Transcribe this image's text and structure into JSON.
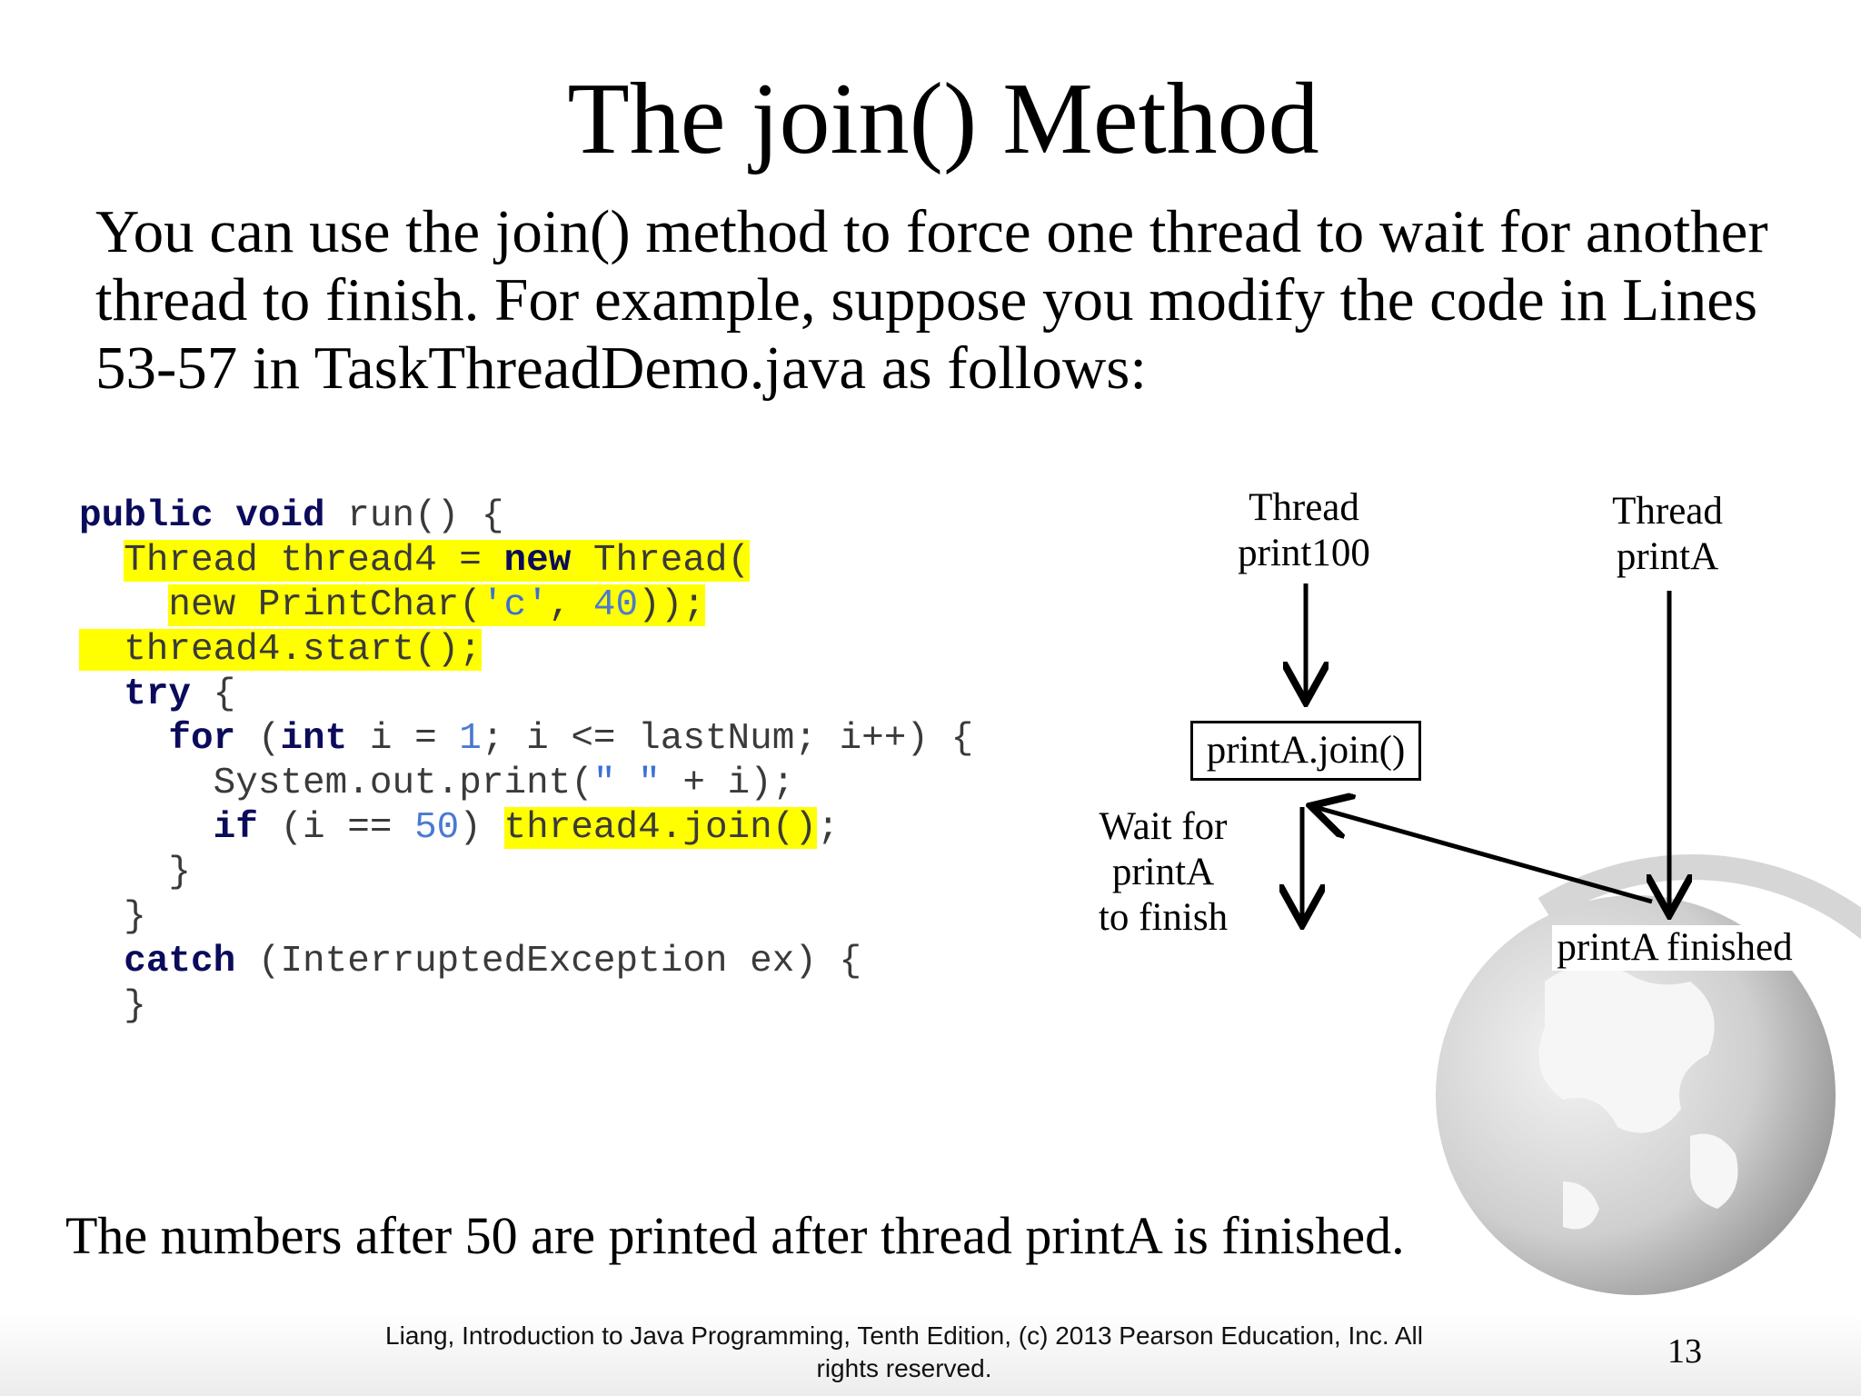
{
  "slide": {
    "title": "The join() Method",
    "intro": "You can use the join() method to force one thread to wait for another thread to finish. For example, suppose you modify the code in Lines 53-57 in TaskThreadDemo.java as follows:",
    "conclusion": "The numbers after 50 are printed after thread printA is finished."
  },
  "code": {
    "lines": [
      [
        {
          "t": "public void",
          "c": "kw"
        },
        {
          "t": " run() {",
          "c": "tx"
        }
      ],
      [
        {
          "t": "  ",
          "c": "tx"
        },
        {
          "t": "Thread thread4 = ",
          "c": "tx",
          "hl": true
        },
        {
          "t": "new",
          "c": "kw",
          "hl": true
        },
        {
          "t": " Thread(",
          "c": "tx",
          "hl": true
        }
      ],
      [
        {
          "t": "    ",
          "c": "tx"
        },
        {
          "t": "new PrintChar(",
          "c": "tx",
          "hl": true
        },
        {
          "t": "'c'",
          "c": "str",
          "hl": true
        },
        {
          "t": ", ",
          "c": "tx",
          "hl": true
        },
        {
          "t": "40",
          "c": "num",
          "hl": true
        },
        {
          "t": "));",
          "c": "tx",
          "hl": true
        }
      ],
      [
        {
          "t": "  thread4.start();",
          "c": "tx",
          "hl": true
        }
      ],
      [
        {
          "t": "  ",
          "c": "tx"
        },
        {
          "t": "try",
          "c": "kw"
        },
        {
          "t": " {",
          "c": "tx"
        }
      ],
      [
        {
          "t": "    ",
          "c": "tx"
        },
        {
          "t": "for",
          "c": "kw"
        },
        {
          "t": " (",
          "c": "tx"
        },
        {
          "t": "int",
          "c": "kw"
        },
        {
          "t": " i = ",
          "c": "tx"
        },
        {
          "t": "1",
          "c": "num"
        },
        {
          "t": "; i <= lastNum; i++) {",
          "c": "tx"
        }
      ],
      [
        {
          "t": "      System.out.print(",
          "c": "tx"
        },
        {
          "t": "\" \"",
          "c": "str"
        },
        {
          "t": " + i);",
          "c": "tx"
        }
      ],
      [
        {
          "t": "      ",
          "c": "tx"
        },
        {
          "t": "if",
          "c": "kw"
        },
        {
          "t": " (i == ",
          "c": "tx"
        },
        {
          "t": "50",
          "c": "num"
        },
        {
          "t": ") ",
          "c": "tx"
        },
        {
          "t": "thread4.join()",
          "c": "tx",
          "hl": true
        },
        {
          "t": ";",
          "c": "tx"
        }
      ],
      [
        {
          "t": "    }",
          "c": "tx"
        }
      ],
      [
        {
          "t": "  }",
          "c": "tx"
        }
      ],
      [
        {
          "t": "  ",
          "c": "tx"
        },
        {
          "t": "catch",
          "c": "kw"
        },
        {
          "t": " (InterruptedException ex) {",
          "c": "tx"
        }
      ],
      [
        {
          "t": "  }",
          "c": "tx"
        }
      ]
    ]
  },
  "diagram": {
    "thread_print100_label": "Thread\nprint100",
    "thread_printA_label": "Thread\nprintA",
    "join_call": "printA.join()",
    "wait_label": "Wait for printA\nto finish",
    "finished_label": "printA finished"
  },
  "footer": {
    "citation": "Liang, Introduction to Java Programming, Tenth Edition, (c) 2013 Pearson Education, Inc. All rights reserved.",
    "page_number": "13"
  },
  "colors": {
    "highlight": "#ffff00",
    "keyword": "#0b0b5c",
    "number": "#4a7ad0",
    "code_text": "#3a3a3a"
  }
}
